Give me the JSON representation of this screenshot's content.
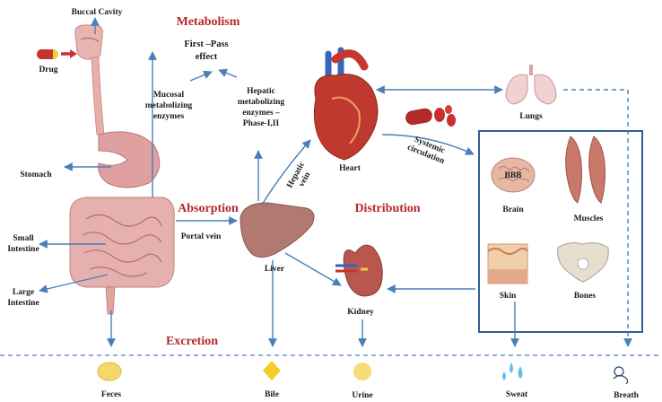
{
  "colors": {
    "heading": "#b5282e",
    "arrow": "#4a7fb8",
    "box": "#2f5f96",
    "organ_pink": "#d99a9a",
    "liver": "#b07a72",
    "heart_red": "#b9312f",
    "pill_yellow": "#f2cc3a"
  },
  "headings": {
    "metabolism": "Metabolism",
    "absorption": "Absorption",
    "distribution": "Distribution",
    "excretion": "Excretion"
  },
  "labels": {
    "buccal_cavity": "Buccal Cavity",
    "drug": "Drug",
    "first_pass_1": "First –Pass",
    "first_pass_2": "effect",
    "mucosal_1": "Mucosal",
    "mucosal_2": "metabolizing",
    "mucosal_3": "enzymes",
    "hepatic_1": "Hepatic",
    "hepatic_2": "metabolizing",
    "hepatic_3": "enzymes –",
    "hepatic_4": "Phase-I,II",
    "stomach": "Stomach",
    "small_intestine_1": "Small",
    "small_intestine_2": "Intestine",
    "large_intestine_1": "Large",
    "large_intestine_2": "Intestine",
    "portal_vein": "Portal vein",
    "liver": "Liver",
    "hepatic_vein_1": "Hepatic",
    "hepatic_vein_2": "vein",
    "heart": "Heart",
    "systemic_1": "Systemic",
    "systemic_2": "circulation",
    "lungs": "Lungs",
    "bbb": "BBB",
    "brain": "Brain",
    "muscles": "Muscles",
    "skin": "Skin",
    "bones": "Bones",
    "kidney": "Kidney"
  },
  "outputs": {
    "feces": "Feces",
    "bile": "Bile",
    "urine": "Urine",
    "sweat": "Sweat",
    "breath": "Breath"
  }
}
